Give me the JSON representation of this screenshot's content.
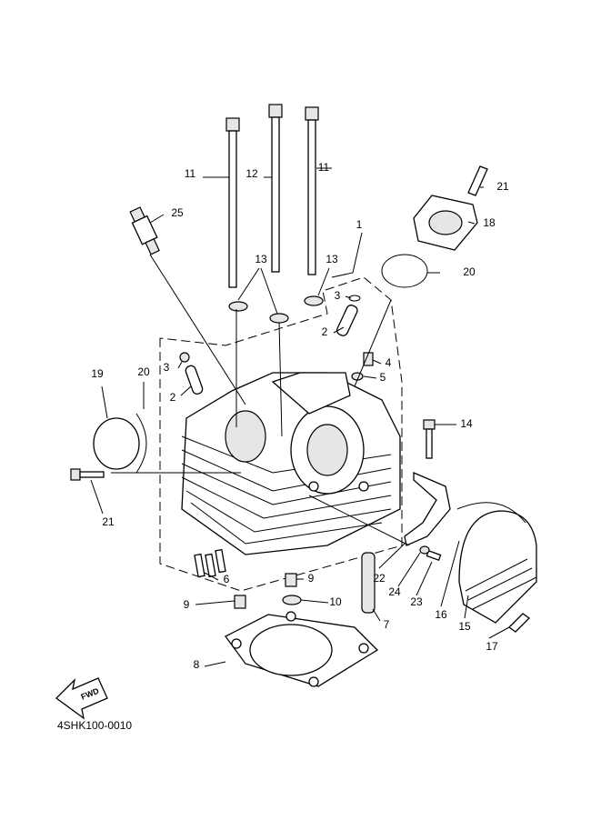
{
  "diagram_code": "4SHK100-0010",
  "fwd_label": "FWD",
  "callouts": [
    "11",
    "12",
    "11",
    "25",
    "21",
    "18",
    "1",
    "20",
    "13",
    "13",
    "3",
    "2",
    "3",
    "4",
    "5",
    "19",
    "20",
    "2",
    "14",
    "21",
    "6",
    "9",
    "22",
    "24",
    "23",
    "16",
    "9",
    "10",
    "7",
    "15",
    "17",
    "8"
  ]
}
